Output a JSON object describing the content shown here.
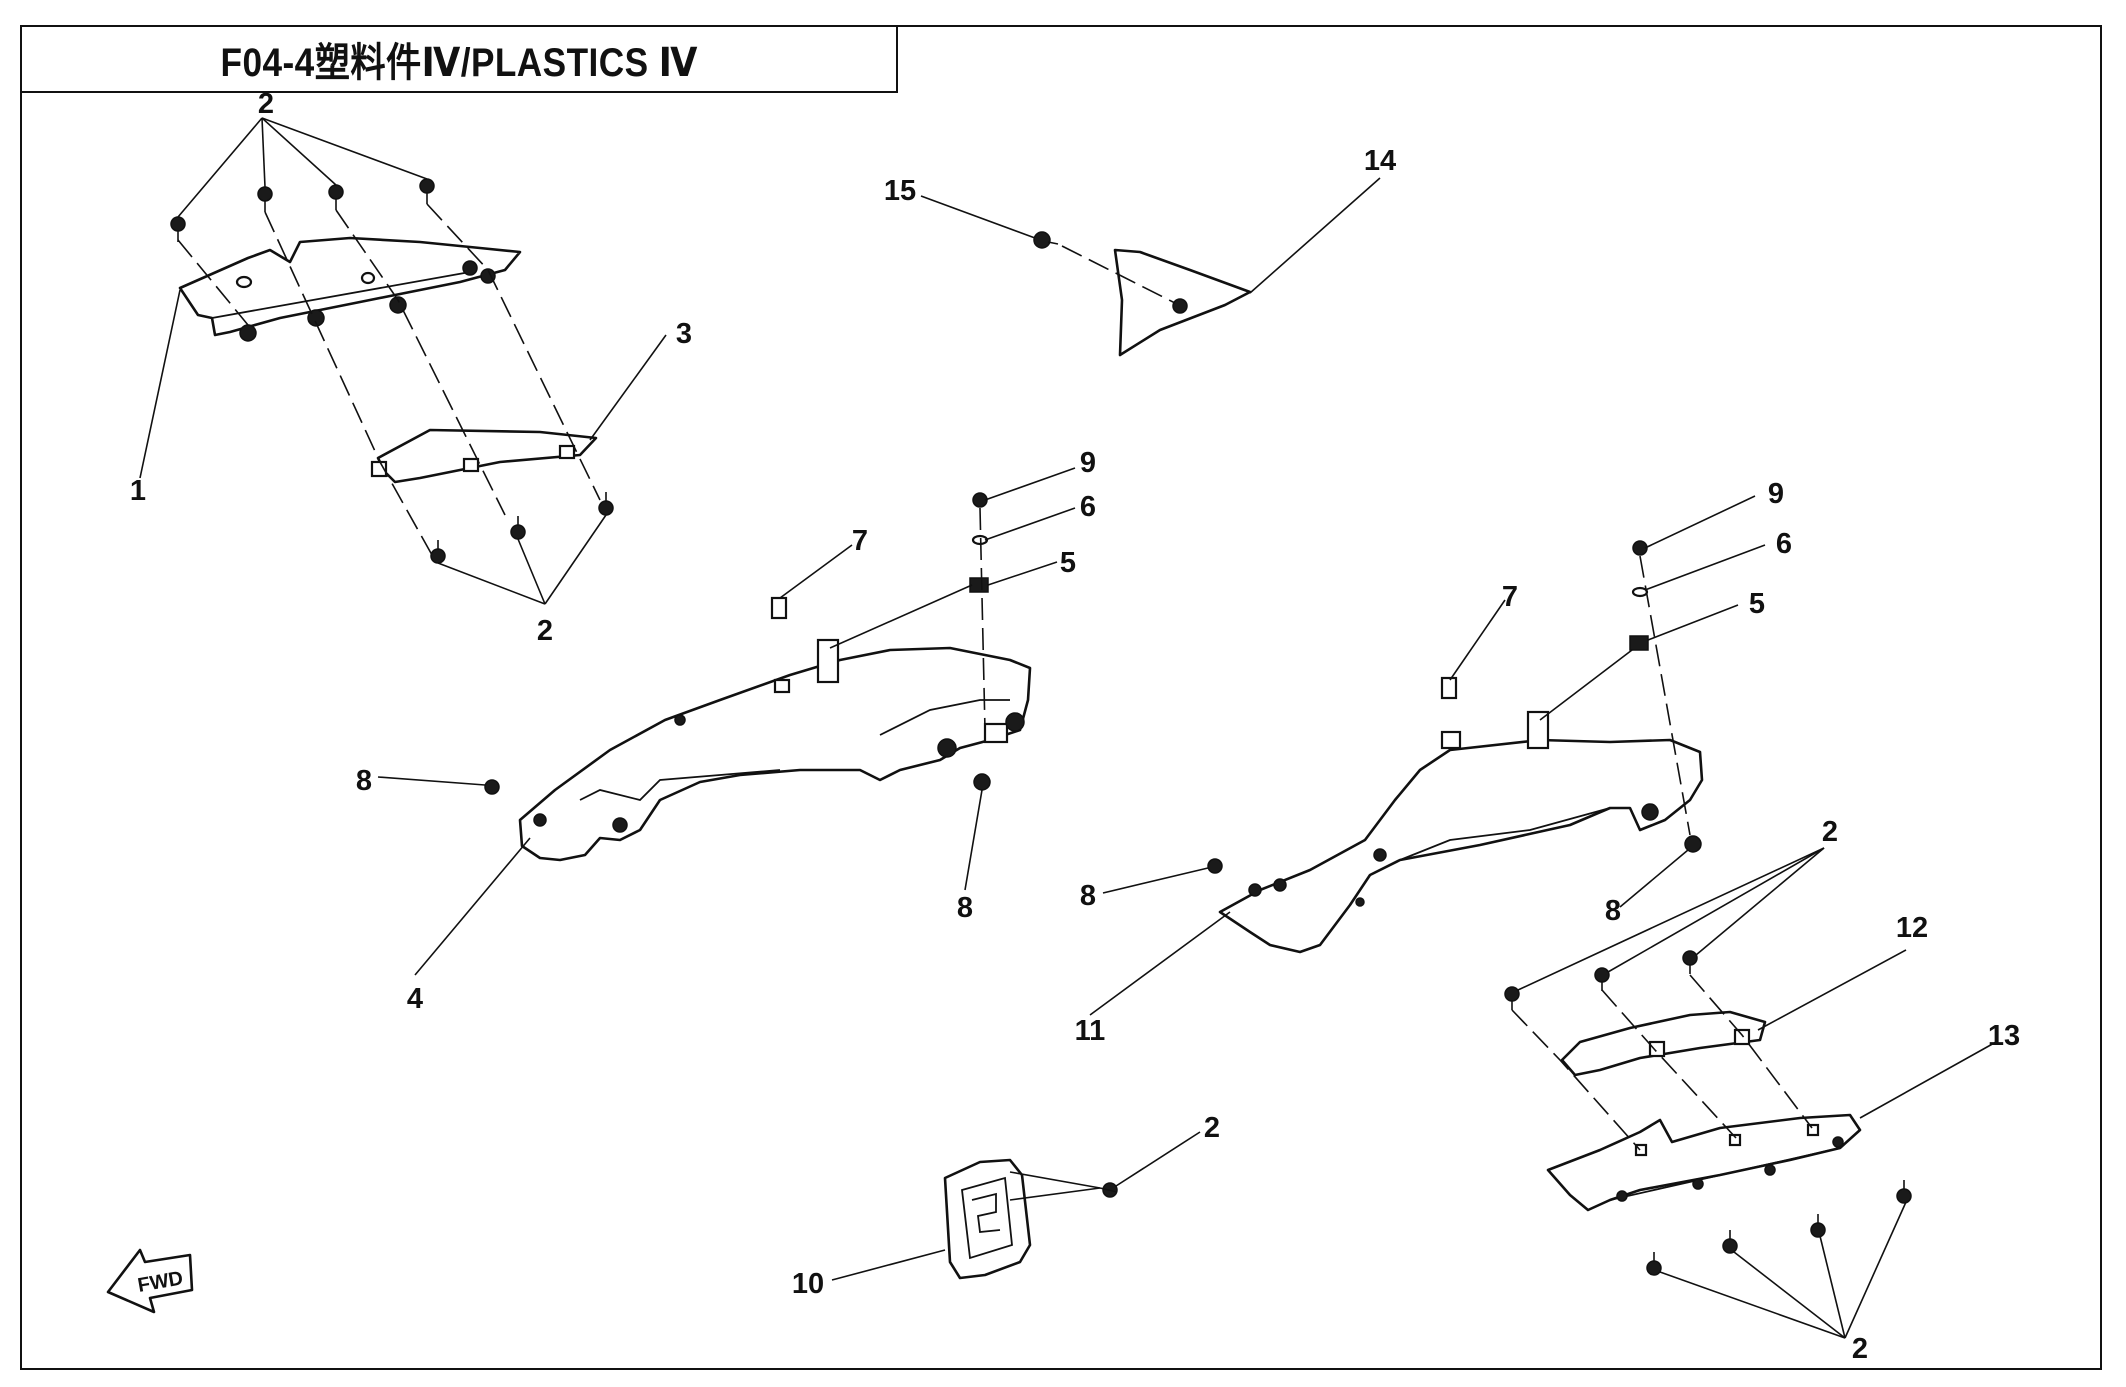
{
  "title": "F04-4塑料件Ⅳ/PLASTICS Ⅳ",
  "fwd_label": "FWD",
  "callouts": {
    "c2a": "2",
    "c1": "1",
    "c3": "3",
    "c2b": "2",
    "c15": "15",
    "c14": "14",
    "c9a": "9",
    "c6a": "6",
    "c7a": "7",
    "c5a": "5",
    "c8a": "8",
    "c8b": "8",
    "c4": "4",
    "c9b": "9",
    "c6b": "6",
    "c7b": "7",
    "c5b": "5",
    "c8c": "8",
    "c8d": "8",
    "c11": "11",
    "c2c": "2",
    "c12": "12",
    "c13": "13",
    "c2d": "2",
    "c2e": "2",
    "c10": "10"
  }
}
